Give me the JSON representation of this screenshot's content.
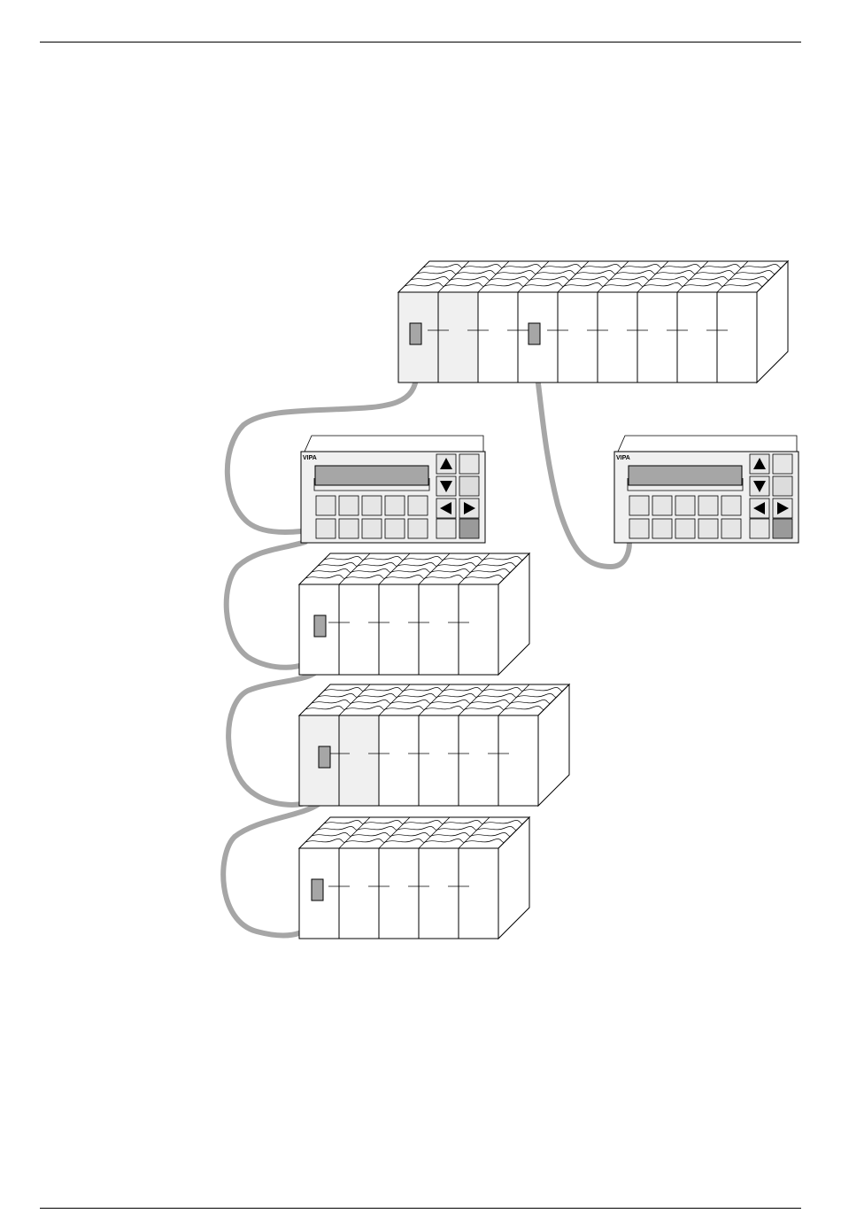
{
  "page": {
    "colors": {
      "line": "#000000",
      "cable": "#a6a6a6",
      "display": "#a6a6a6",
      "key": "#e6e6e6",
      "shade": "#f0f0f0"
    }
  },
  "diagram": {
    "nodes": [
      {
        "id": "main-rack",
        "kind": "plc-rack",
        "modules": 9
      },
      {
        "id": "hmi-panel-left",
        "kind": "operator-panel",
        "brand": "VIPA"
      },
      {
        "id": "hmi-panel-right",
        "kind": "operator-panel",
        "brand": "VIPA"
      },
      {
        "id": "rack-2",
        "kind": "plc-rack",
        "modules": 5
      },
      {
        "id": "rack-3",
        "kind": "plc-rack",
        "modules": 6
      },
      {
        "id": "rack-4",
        "kind": "plc-rack",
        "modules": 5
      }
    ],
    "edges": [
      {
        "from": "main-rack",
        "to": "hmi-panel-left"
      },
      {
        "from": "main-rack",
        "to": "hmi-panel-right"
      },
      {
        "from": "hmi-panel-left",
        "to": "rack-2"
      },
      {
        "from": "rack-2",
        "to": "rack-3"
      },
      {
        "from": "rack-3",
        "to": "rack-4"
      }
    ]
  }
}
